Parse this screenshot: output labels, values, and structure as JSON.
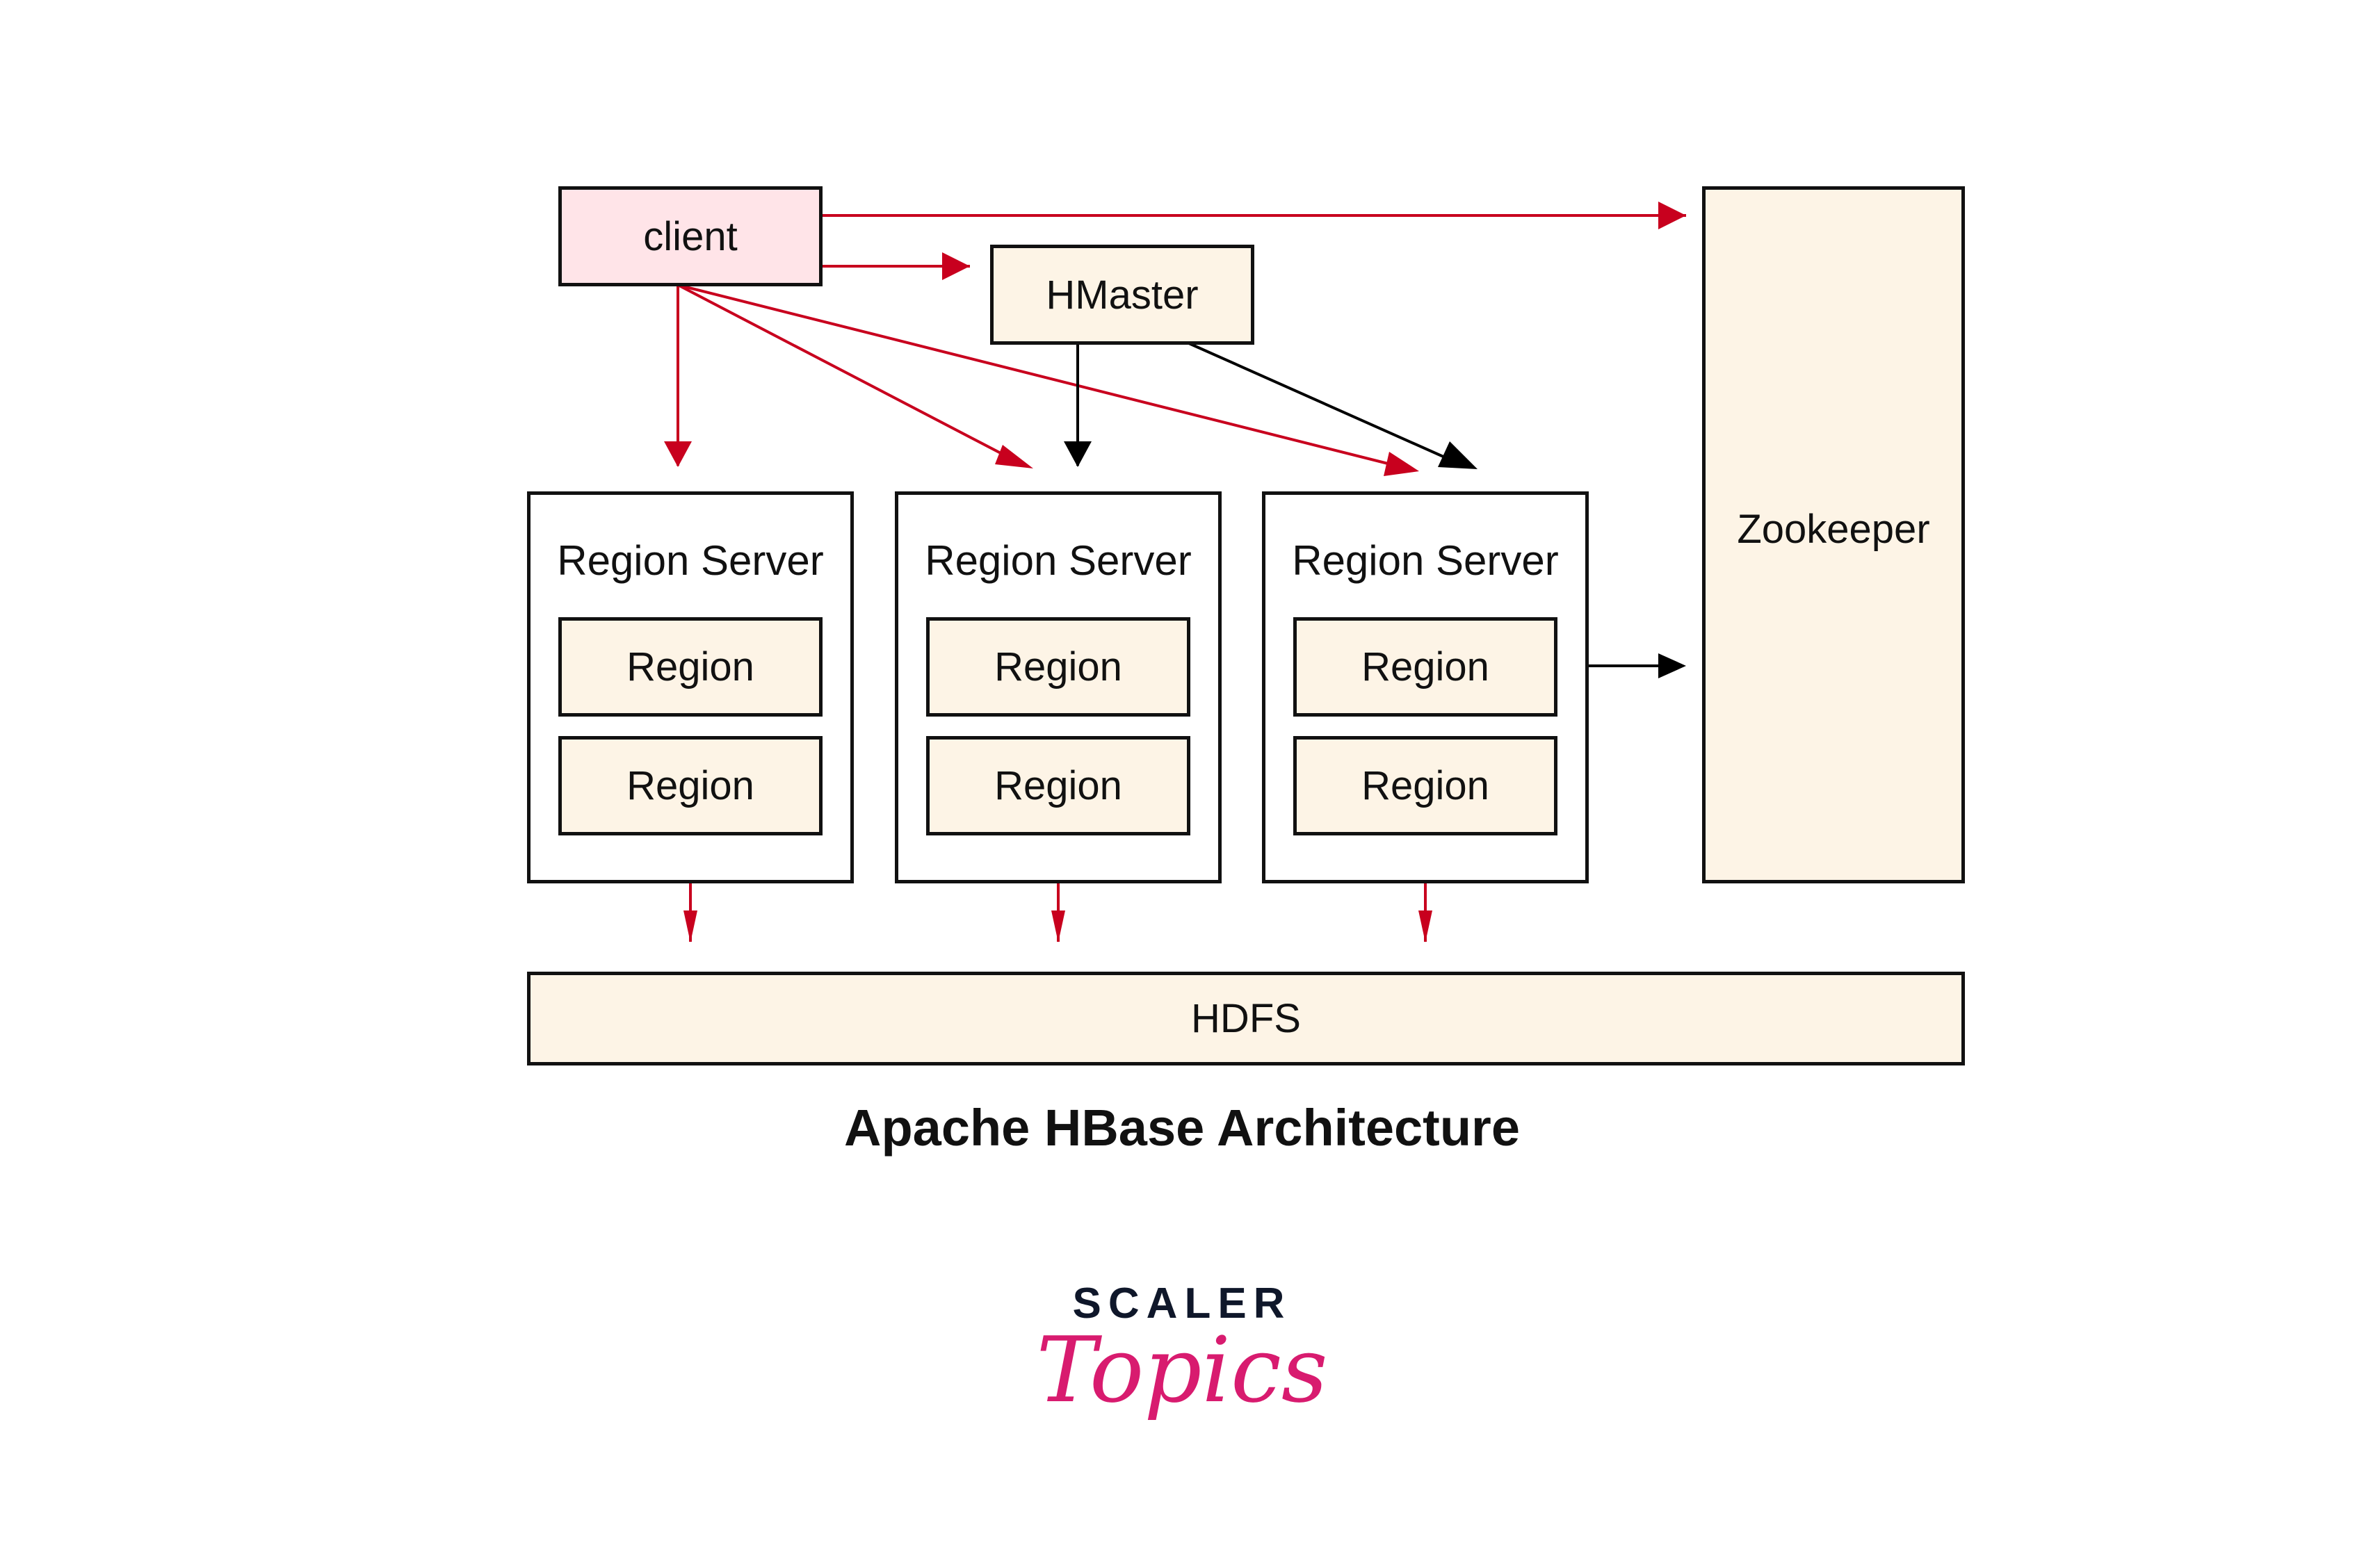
{
  "diagram": {
    "title": "Apache HBase Architecture",
    "nodes": {
      "client": "client",
      "hmaster": "HMaster",
      "zookeeper": "Zookeeper",
      "hdfs": "HDFS"
    },
    "region_servers": [
      {
        "label": "Region Server",
        "regions": [
          "Region",
          "Region"
        ]
      },
      {
        "label": "Region Server",
        "regions": [
          "Region",
          "Region"
        ]
      },
      {
        "label": "Region Server",
        "regions": [
          "Region",
          "Region"
        ]
      }
    ],
    "edges": [
      {
        "from": "client",
        "to": "zookeeper",
        "color": "red"
      },
      {
        "from": "client",
        "to": "hmaster",
        "color": "red"
      },
      {
        "from": "client",
        "to": "region-server-1",
        "color": "red"
      },
      {
        "from": "client",
        "to": "region-server-2",
        "color": "red"
      },
      {
        "from": "client",
        "to": "region-server-3",
        "color": "red"
      },
      {
        "from": "hmaster",
        "to": "region-server-2",
        "color": "black"
      },
      {
        "from": "hmaster",
        "to": "region-server-3",
        "color": "black"
      },
      {
        "from": "region-server-3",
        "to": "zookeeper",
        "color": "black"
      },
      {
        "from": "region-server-1",
        "to": "hdfs",
        "color": "red"
      },
      {
        "from": "region-server-2",
        "to": "hdfs",
        "color": "red"
      },
      {
        "from": "region-server-3",
        "to": "hdfs",
        "color": "red"
      }
    ],
    "colors": {
      "red_arrow": "#c8001e",
      "black_arrow": "#000000",
      "cream_fill": "#fdf4e6",
      "pink_fill": "#ffe4e8"
    }
  },
  "logo": {
    "line1": "SCALER",
    "line2": "Topics"
  }
}
